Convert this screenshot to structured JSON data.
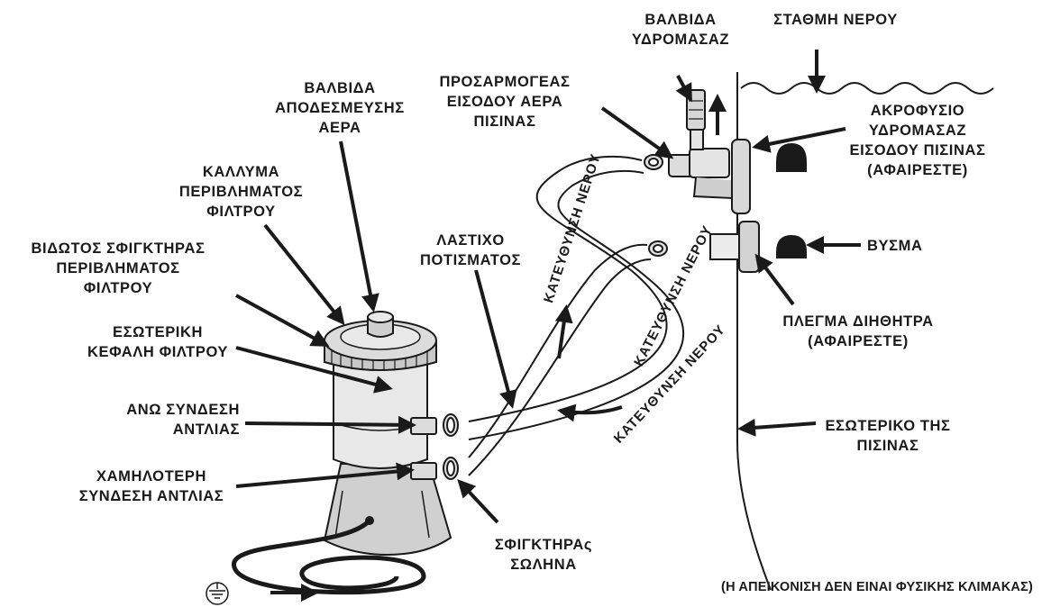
{
  "labels": {
    "air_release_valve": [
      "ΒΑΛΒΙΔΑ",
      "ΑΠΟΔΕΣΜΕΥΣΗΣ",
      "ΑΕΡΑ"
    ],
    "filter_housing_cover": [
      "ΚΑΛΛΥΜΑ",
      "ΠΕΡΙΒΛΗΜΑΤΟΣ",
      "ΦΙΛΤΡΟΥ"
    ],
    "threaded_clamp": [
      "ΒΙΔΩΤΟΣ ΣΦΙΓΚΤΗΡΑΣ",
      "ΠΕΡΙΒΛΗΜΑΤΟΣ",
      "ΦΙΛΤΡΟΥ"
    ],
    "internal_head": [
      "ΕΣΩΤΕΡΙΚΗ",
      "ΚΕΦΑΛΗ ΦΙΛΤΡΟΥ"
    ],
    "upper_connection": [
      "ΑΝΩ ΣΥΝΔΕΣΗ",
      "ΑΝΤΛΙΑΣ"
    ],
    "lower_connection": [
      "ΧΑΜΗΛΟΤΕΡΗ",
      "ΣΥΝΔΕΣΗ ΑΝΤΛΙΑΣ"
    ],
    "hose_clamp": [
      "ΣΦΙΓΚΤΗΡΑς",
      "ΣΩΛΗΝΑ"
    ],
    "garden_hose": [
      "ΛΑΣΤΙΧΟ",
      "ΠΟΤΙΣΜΑΤΟΣ"
    ],
    "inlet_adapter": [
      "ΠΡΟΣΑΡΜΟΓΕΑΣ",
      "ΕΙΣΟΔΟΥ ΑΕΡΑ",
      "ΠΙΣΙΝΑΣ"
    ],
    "jet_valve": [
      "ΒΑΛΒΙΔΑ",
      "ΥΔΡΟΜΑΣΑΖ"
    ],
    "water_level": [
      "ΣΤΑΘΜΗ ΝΕΡΟΥ"
    ],
    "jet_nozzle": [
      "ΑΚΡΟΦΥΣΙΟ",
      "ΥΔΡΟΜΑΣΑΖ",
      "ΕΙΣΟΔΟΥ ΠΙΣΙΝΑΣ",
      "(ΑΦΑΙΡΕΣΤΕ)"
    ],
    "plug": [
      "ΒΥΣΜΑ"
    ],
    "strainer_grid": [
      "ΠΛΕΓΜΑ ΔΙΗΘΗΤΡΑ",
      "(ΑΦΑΙΡΕΣΤΕ)"
    ],
    "pool_interior": [
      "ΕΣΩΤΕΡΙΚΟ ΤΗΣ",
      "ΠΙΣΙΝΑΣ"
    ],
    "flow_direction": "ΚΑΤΕΥΘΥΝΣΗ ΝΕΡΟΥ"
  },
  "footnote": "(Η ΑΠΕΙΚΟΝΙΣΗ ΔΕΝ ΕΙΝΑΙ ΦΥΣΙΚΗΣ ΚΛΙΜΑΚΑΣ)",
  "colors": {
    "ink": "#1a1a1a",
    "pump_fill": "#e6e6e6",
    "pump_dark": "#bdbdbd",
    "paper": "#ffffff"
  }
}
